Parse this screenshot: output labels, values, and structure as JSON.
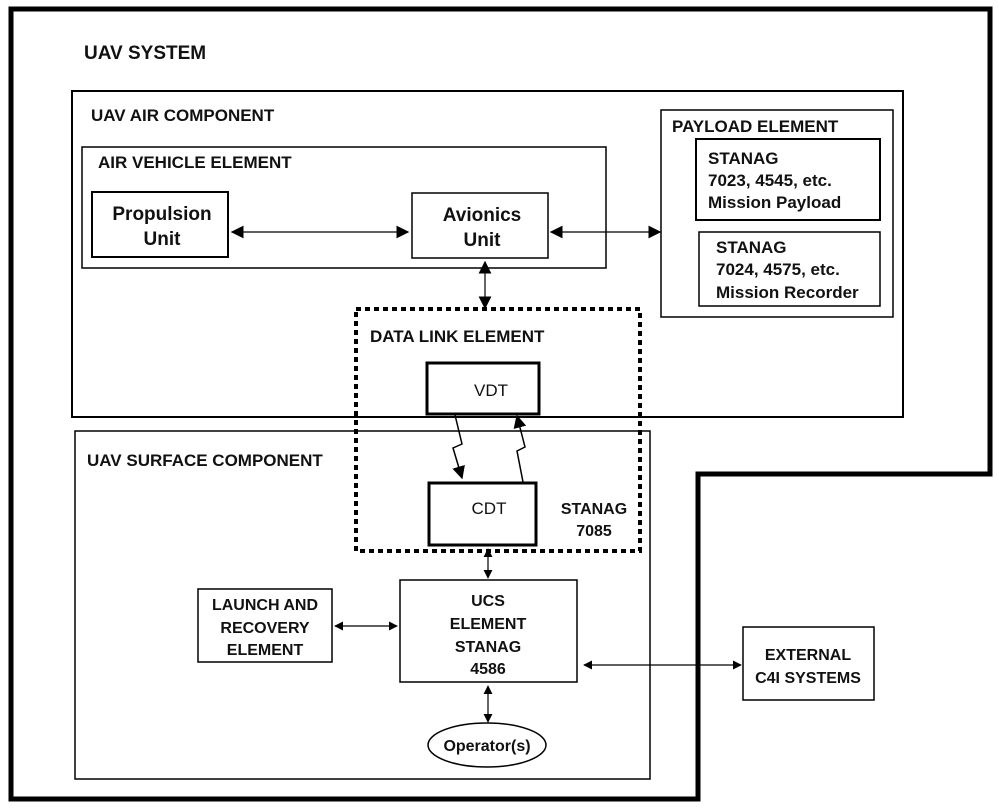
{
  "diagram": {
    "system": {
      "title": "UAV SYSTEM"
    },
    "air_component": {
      "title": "UAV AIR COMPONENT",
      "air_vehicle_element": {
        "title": "AIR VEHICLE ELEMENT",
        "propulsion_unit": [
          "Propulsion",
          "Unit"
        ],
        "avionics_unit": [
          "Avionics",
          "Unit"
        ]
      },
      "payload_element": {
        "title": "PAYLOAD ELEMENT",
        "mission_payload": [
          "STANAG",
          "7023, 4545, etc.",
          "Mission Payload"
        ],
        "mission_recorder": [
          "STANAG",
          "7024, 4575, etc.",
          "Mission Recorder"
        ]
      }
    },
    "data_link_element": {
      "title": "DATA LINK ELEMENT",
      "vdt": "VDT",
      "cdt": "CDT",
      "stanag": [
        "STANAG",
        "7085"
      ]
    },
    "surface_component": {
      "title": "UAV SURFACE COMPONENT",
      "launch_recovery": [
        "LAUNCH AND",
        "RECOVERY",
        "ELEMENT"
      ],
      "ucs_element": [
        "UCS",
        "ELEMENT",
        "STANAG",
        "4586"
      ],
      "operators": "Operator(s)"
    },
    "external": [
      "EXTERNAL",
      "C4I SYSTEMS"
    ],
    "connections": [
      {
        "from": "Propulsion Unit",
        "to": "Avionics Unit",
        "type": "bidirectional"
      },
      {
        "from": "Avionics Unit",
        "to": "Payload Element",
        "type": "bidirectional"
      },
      {
        "from": "Avionics Unit",
        "to": "Data Link Element",
        "type": "bidirectional"
      },
      {
        "from": "VDT",
        "to": "CDT",
        "type": "radio-link"
      },
      {
        "from": "CDT",
        "to": "VDT",
        "type": "radio-link"
      },
      {
        "from": "Data Link Element",
        "to": "UCS Element",
        "type": "bidirectional"
      },
      {
        "from": "Launch and Recovery Element",
        "to": "UCS Element",
        "type": "bidirectional"
      },
      {
        "from": "UCS Element",
        "to": "External C4I Systems",
        "type": "bidirectional"
      },
      {
        "from": "UCS Element",
        "to": "Operator(s)",
        "type": "bidirectional"
      }
    ]
  }
}
